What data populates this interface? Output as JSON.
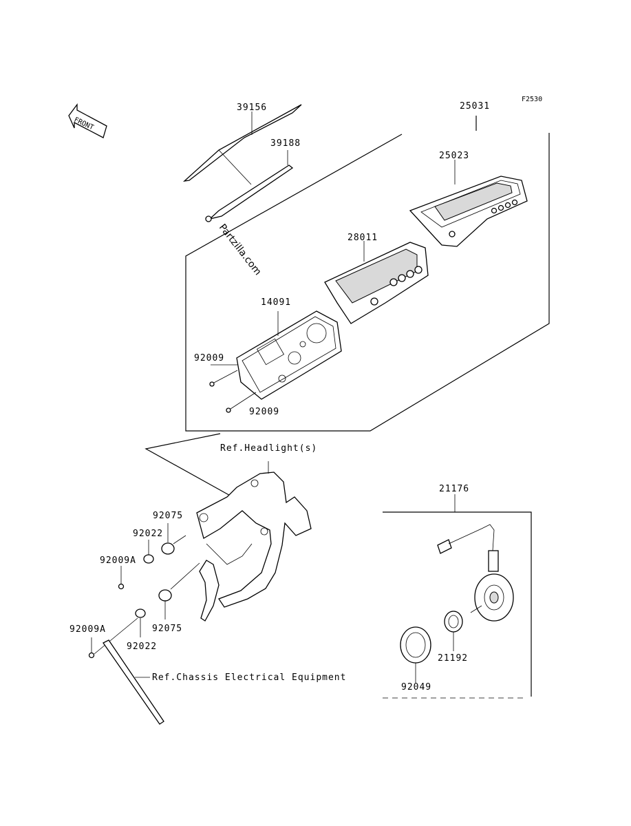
{
  "diagram_code": "F2530",
  "watermark": "Partzilla.com",
  "front_label": "FRONT",
  "parts": {
    "p39156": "39156",
    "p39188": "39188",
    "p25031": "25031",
    "p25023": "25023",
    "p28011": "28011",
    "p14091": "14091",
    "p92009_top": "92009",
    "p92009_bottom": "92009",
    "p92075_top": "92075",
    "p92075_bottom": "92075",
    "p92022_top": "92022",
    "p92022_bottom": "92022",
    "p92009A_top": "92009A",
    "p92009A_bottom": "92009A",
    "p21176": "21176",
    "p21192": "21192",
    "p92049": "92049"
  },
  "refs": {
    "headlight": "Ref.Headlight(s)",
    "chassis": "Ref.Chassis Electrical Equipment"
  }
}
